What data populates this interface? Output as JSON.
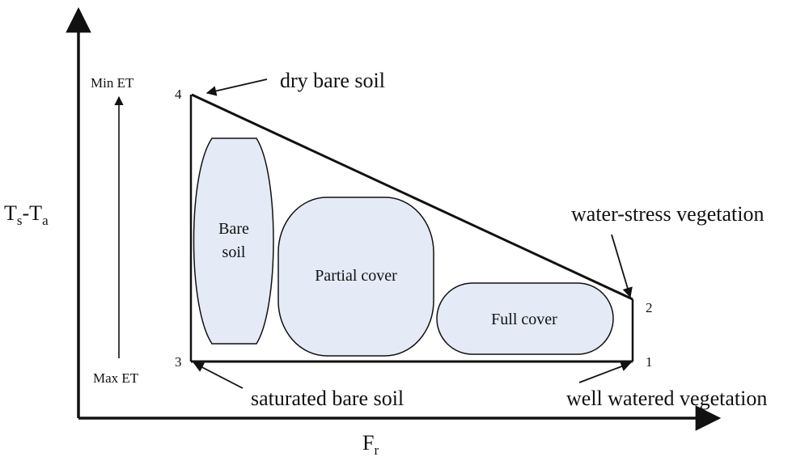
{
  "axes": {
    "y_label_main": "T",
    "y_label_sub1": "s",
    "y_label_dash": "-T",
    "y_label_sub2": "a",
    "x_label_main": "F",
    "x_label_sub": "r"
  },
  "et_scale": {
    "min": "Min ET",
    "max": "Max ET"
  },
  "vertices": {
    "v1": "1",
    "v2": "2",
    "v3": "3",
    "v4": "4"
  },
  "annotations": {
    "dry_bare_soil": "dry bare soil",
    "water_stress": "water-stress vegetation",
    "saturated_bare_soil": "saturated bare soil",
    "well_watered": "well watered vegetation"
  },
  "regions": {
    "bare_soil_line1": "Bare",
    "bare_soil_line2": "soil",
    "partial_cover": "Partial cover",
    "full_cover": "Full cover"
  },
  "colors": {
    "region_fill": "#e4eaf6",
    "line": "#111111"
  }
}
